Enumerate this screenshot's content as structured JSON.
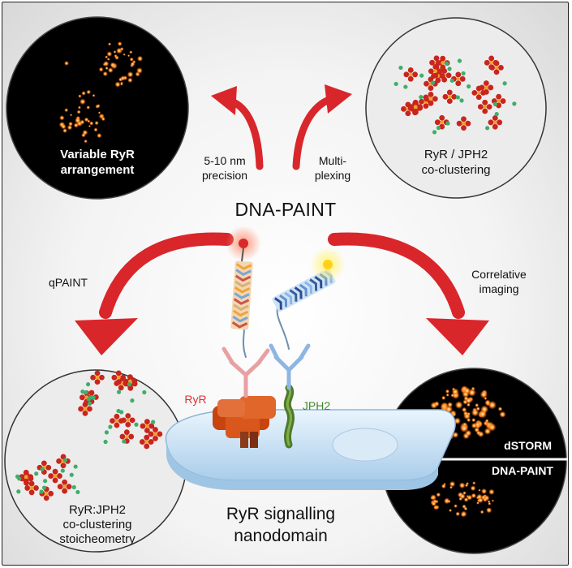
{
  "central_label": "DNA-PAINT",
  "edges": {
    "precision": [
      "5-10 nm",
      "precision"
    ],
    "multiplexing": [
      "Multi-",
      "plexing"
    ],
    "qpaint": "qPAINT",
    "correlative": [
      "Correlative",
      "imaging"
    ]
  },
  "panels": {
    "top_left": [
      "Variable RyR",
      "arrangement"
    ],
    "top_right": [
      "RyR / JPH2",
      "co-clustering"
    ],
    "bottom_left": [
      "RyR:JPH2",
      "co-clustering",
      "stoicheometry"
    ],
    "bottom_right_top": "dSTORM",
    "bottom_right_bottom": "DNA-PAINT"
  },
  "molecules": {
    "ryr": "RyR",
    "jph2": "JPH2"
  },
  "bottom_title": [
    "RyR signalling",
    "nanodomain"
  ],
  "colors": {
    "arrow_red": "#d9262b",
    "ryr_label": "#d9343a",
    "jph2_label": "#3f8a2a",
    "ryr_protein": "#d04a17",
    "jph2_protein": "#4f7a2a",
    "membrane": "#b8d8f2",
    "dark_panel": "#000000",
    "light_panel": "#eeeeee"
  },
  "icons": [
    "ryr-cluster-icon",
    "jph2-dot-icon",
    "dna-strand-icon",
    "antibody-icon",
    "fluorophore-icon"
  ]
}
